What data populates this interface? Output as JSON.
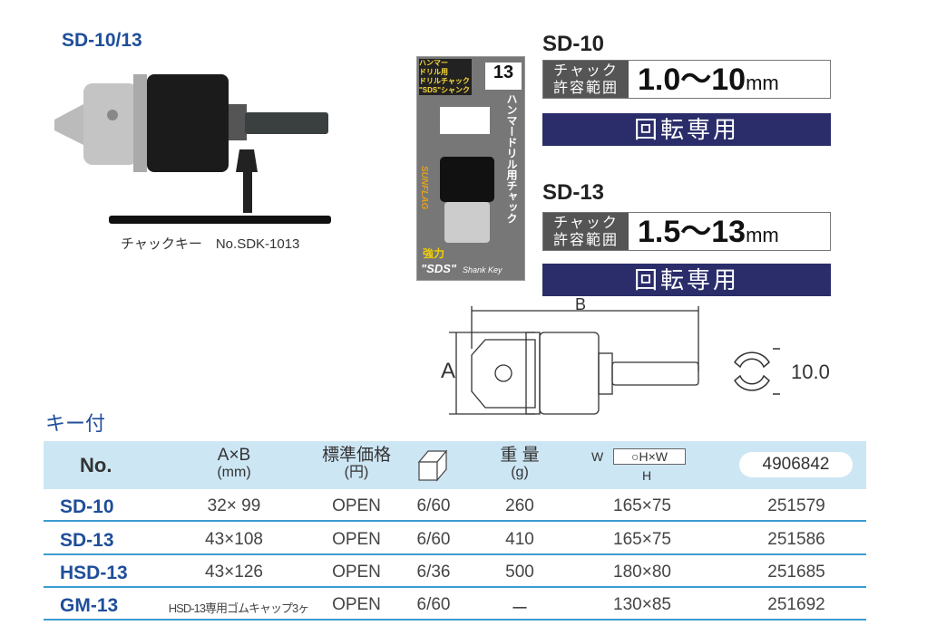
{
  "product": {
    "title": "SD-10/13",
    "key_caption": "チャックキー　No.SDK-1013"
  },
  "package": {
    "line1": "ハンマー",
    "line2": "ドリル用",
    "line3": "ドリルチャック",
    "line4": "\"SDS\"シャンク",
    "size": "13",
    "vertical": "ハンマードリル用チャック",
    "brand": "SUNFLAG",
    "strong": "強力",
    "sds": "\"SDS\"",
    "shank_key": "Shank Key"
  },
  "specs": [
    {
      "model": "SD-10",
      "label1": "チャック",
      "label2": "許容範囲",
      "range": "1.0〜10",
      "unit": "mm",
      "rotation": "回転専用"
    },
    {
      "model": "SD-13",
      "label1": "チャック",
      "label2": "許容範囲",
      "range": "1.5〜13",
      "unit": "mm",
      "rotation": "回転専用"
    }
  ],
  "diagram": {
    "a": "A",
    "b": "B",
    "shank_size": "10.0"
  },
  "section": "キー付",
  "table": {
    "headers": {
      "no": "No.",
      "ab": "A×B",
      "ab_unit": "(mm)",
      "price": "標準価格",
      "price_unit": "(円)",
      "weight": "重 量",
      "weight_unit": "(g)",
      "hw_w": "W",
      "hw": "○H×W",
      "hw_h": "H",
      "code": "4906842"
    },
    "rows": [
      {
        "no": "SD-10",
        "ab": "32×  99",
        "price": "OPEN",
        "qty": "6/60",
        "weight": "260",
        "size": "165×75",
        "code": "251579"
      },
      {
        "no": "SD-13",
        "ab": "43×108",
        "price": "OPEN",
        "qty": "6/60",
        "weight": "410",
        "size": "165×75",
        "code": "251586"
      },
      {
        "no": "HSD-13",
        "ab": "43×126",
        "price": "OPEN",
        "qty": "6/36",
        "weight": "500",
        "size": "180×80",
        "code": "251685"
      },
      {
        "no": "GM-13",
        "ab": "HSD-13専用ゴムキャップ3ヶ",
        "price": "OPEN",
        "qty": "6/60",
        "weight": "ー",
        "size": "130×85",
        "code": "251692"
      }
    ]
  }
}
